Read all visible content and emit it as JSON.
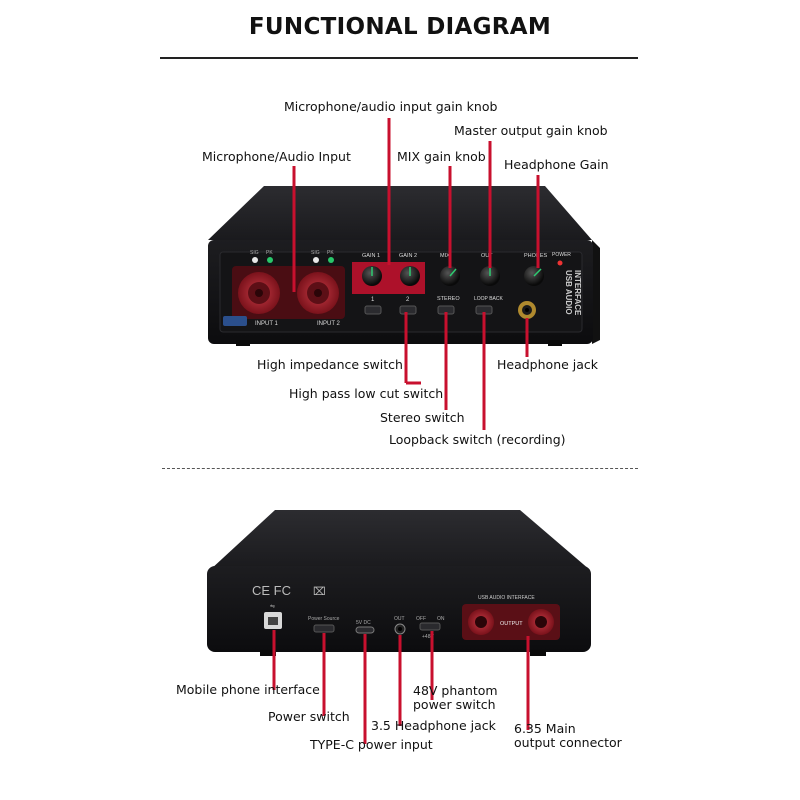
{
  "title": "FUNCTIONAL DIAGRAM",
  "colors": {
    "callout": "#c8102e",
    "device_body": "#161618",
    "xlr_red": "#9b1b26"
  },
  "front": {
    "labels": {
      "mic_input": "Microphone/Audio Input",
      "gain_knob": "Microphone/audio input gain knob",
      "master_knob": "Master output gain knob",
      "mix_knob": "MIX gain knob",
      "headphone_gain": "Headphone Gain",
      "hi_z": "High impedance switch",
      "hpf": "High pass low cut switch",
      "stereo": "Stereo switch",
      "loopback": "Loopback switch (recording)",
      "headphone_jack": "Headphone jack"
    },
    "panel": {
      "sig": "SIG",
      "pk": "PK",
      "gain1": "GAIN 1",
      "gain2": "GAIN 2",
      "mix": "MIX",
      "out": "OUT",
      "phones": "PHONES",
      "power": "POWER",
      "ch1": "1",
      "ch2": "2",
      "stereo": "STEREO",
      "loopback": "LOOP BACK",
      "input1": "INPUT 1",
      "input2": "INPUT 2",
      "usb_audio": "USB AUDIO",
      "interface": "INTERFACE"
    }
  },
  "back": {
    "labels": {
      "mobile": "Mobile phone interface",
      "power_switch": "Power switch",
      "typec": "TYPE-C power input",
      "jack35": "3.5 Headphone jack",
      "phantom": "48V phantom\npower switch",
      "main_out": "6.35 Main\noutput connector"
    },
    "panel": {
      "certs": "CE FC",
      "usb_audio_interface": "USB AUDIO INTERFACE",
      "power_source": "Power Source",
      "dc": "5V DC",
      "out": "OUT",
      "off": "OFF",
      "on": "ON",
      "v48": "+48V",
      "output": "OUTPUT"
    }
  }
}
